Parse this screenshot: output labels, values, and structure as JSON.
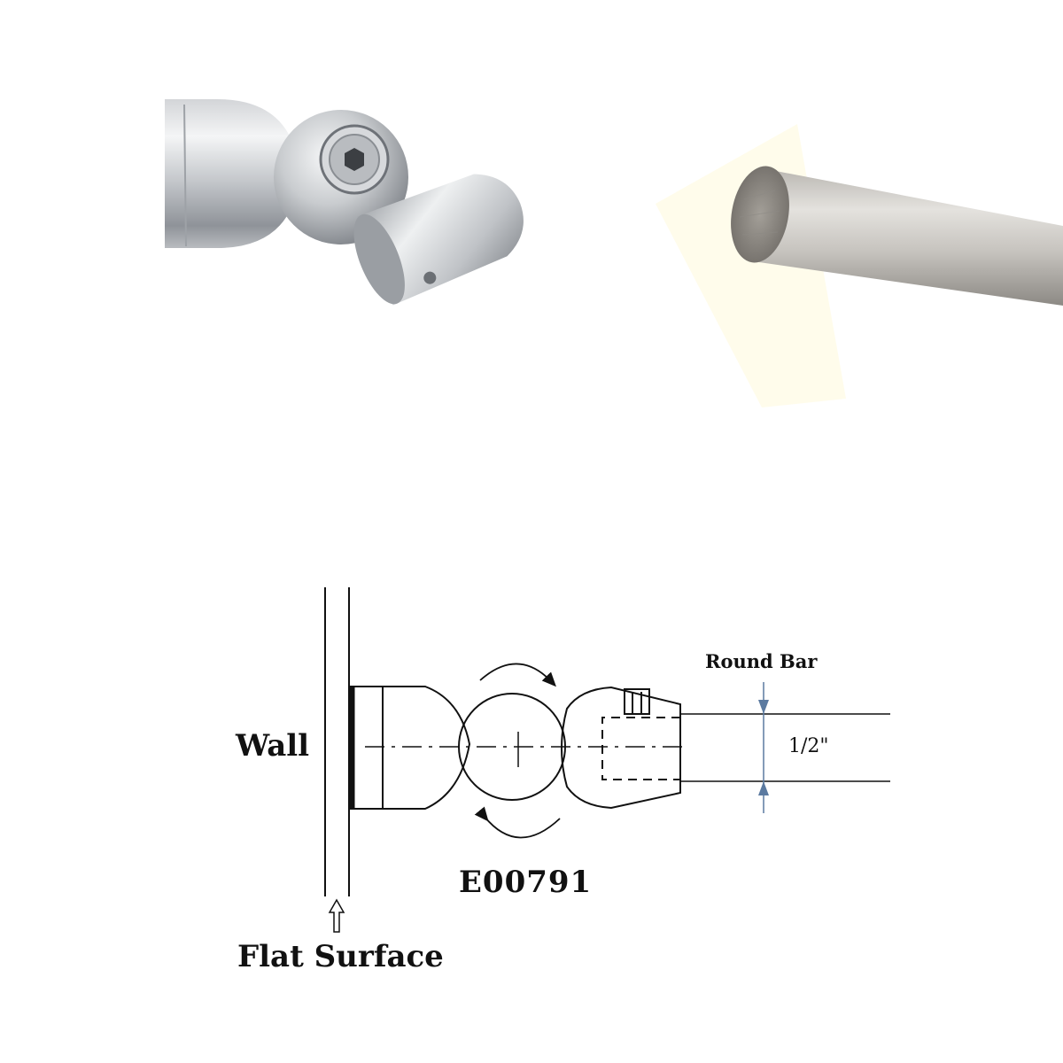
{
  "labels": {
    "wall": "Wall",
    "flat_surface": "Flat Surface",
    "part_number": "E00791",
    "round_bar": "Round Bar",
    "dimension": "1/2\""
  },
  "colors": {
    "metal_light": "#e6e7e9",
    "metal_mid": "#b9bcc0",
    "metal_dark": "#7f8388",
    "bar_light": "#d9d6d1",
    "bar_dark": "#8d8a85",
    "glow": "#fffbe6",
    "line": "#111111",
    "dim_arrow": "#5b7aa0"
  },
  "icons": {
    "hex_socket": "hex-socket-icon",
    "flat_surface_arrow": "up-arrow-icon",
    "rotate_arrow": "curved-arrow-icon"
  }
}
